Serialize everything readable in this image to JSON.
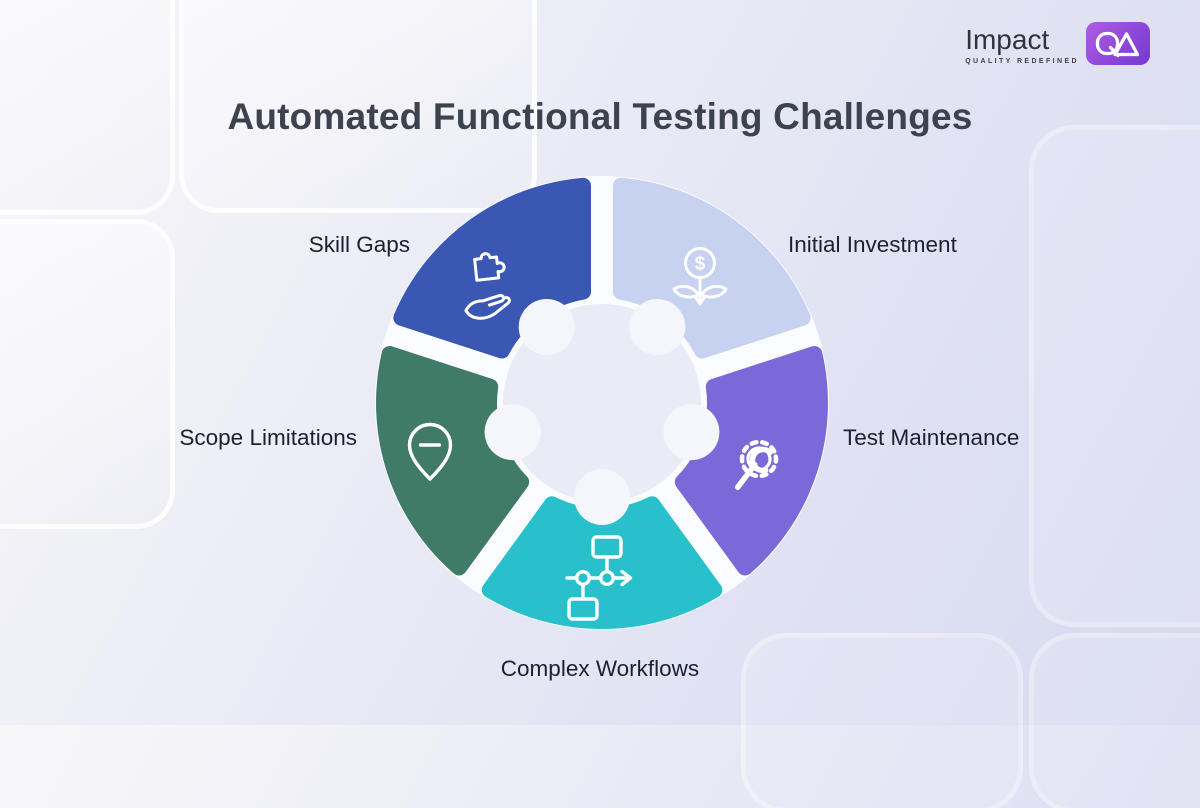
{
  "page": {
    "title": "Automated Functional Testing Challenges"
  },
  "logo": {
    "brand": "Impact",
    "tagline": "QUALITY REDEFINED",
    "badge_text": "QA",
    "badge_gradient_from": "#b05ce2",
    "badge_gradient_to": "#7438d2"
  },
  "diagram": {
    "coin_symbol": "$",
    "colors": {
      "separator_white": "#fbfcff",
      "center_hole": "#eaebf7",
      "notch_circle": "#f5f6fc",
      "icon_stroke": "#ffffff"
    },
    "segments": [
      {
        "id": "skill-gaps",
        "label": "Skill Gaps",
        "color": "#3a57b4",
        "icon": "hand-puzzle-icon"
      },
      {
        "id": "initial-investment",
        "label": "Initial Investment",
        "color": "#c7d1f0",
        "icon": "money-plant-icon"
      },
      {
        "id": "test-maintenance",
        "label": "Test Maintenance",
        "color": "#7b69d9",
        "icon": "gear-wrench-icon"
      },
      {
        "id": "complex-workflows",
        "label": "Complex Workflows",
        "color": "#27c0cb",
        "icon": "flowchart-icon"
      },
      {
        "id": "scope-limitations",
        "label": "Scope Limitations",
        "color": "#407b67",
        "icon": "pin-minus-icon"
      }
    ]
  }
}
